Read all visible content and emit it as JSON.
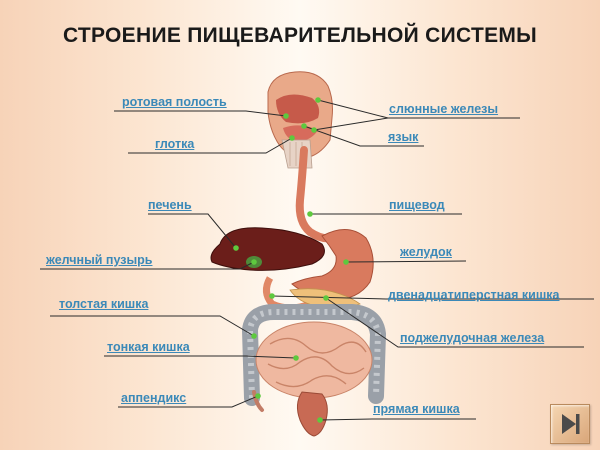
{
  "title": "СТРОЕНИЕ ПИЩЕВАРИТЕЛЬНОЙ СИСТЕМЫ",
  "labels": {
    "oral_cavity": "ротовая полость",
    "pharynx": "глотка",
    "liver": "печень",
    "gallbladder": "желчный пузырь",
    "large_intestine": "толстая кишка",
    "small_intestine": "тонкая кишка",
    "appendix": "аппендикс",
    "salivary_glands": "слюнные железы",
    "tongue": "язык",
    "esophagus": "пищевод",
    "stomach": "желудок",
    "duodenum": "двенадцатиперстная кишка",
    "pancreas": "поджелудочная железа",
    "rectum": "прямая кишка"
  },
  "nav_icon": "play-end-icon",
  "colors": {
    "label": "#3b89b8",
    "leader_line": "#2a2a2a",
    "pointer_dot": "#5ec93e",
    "liver": "#6b1e1a",
    "stomach": "#d97a5e",
    "intestine": "#efb8a0",
    "colon_band": "#9aa0a8"
  }
}
